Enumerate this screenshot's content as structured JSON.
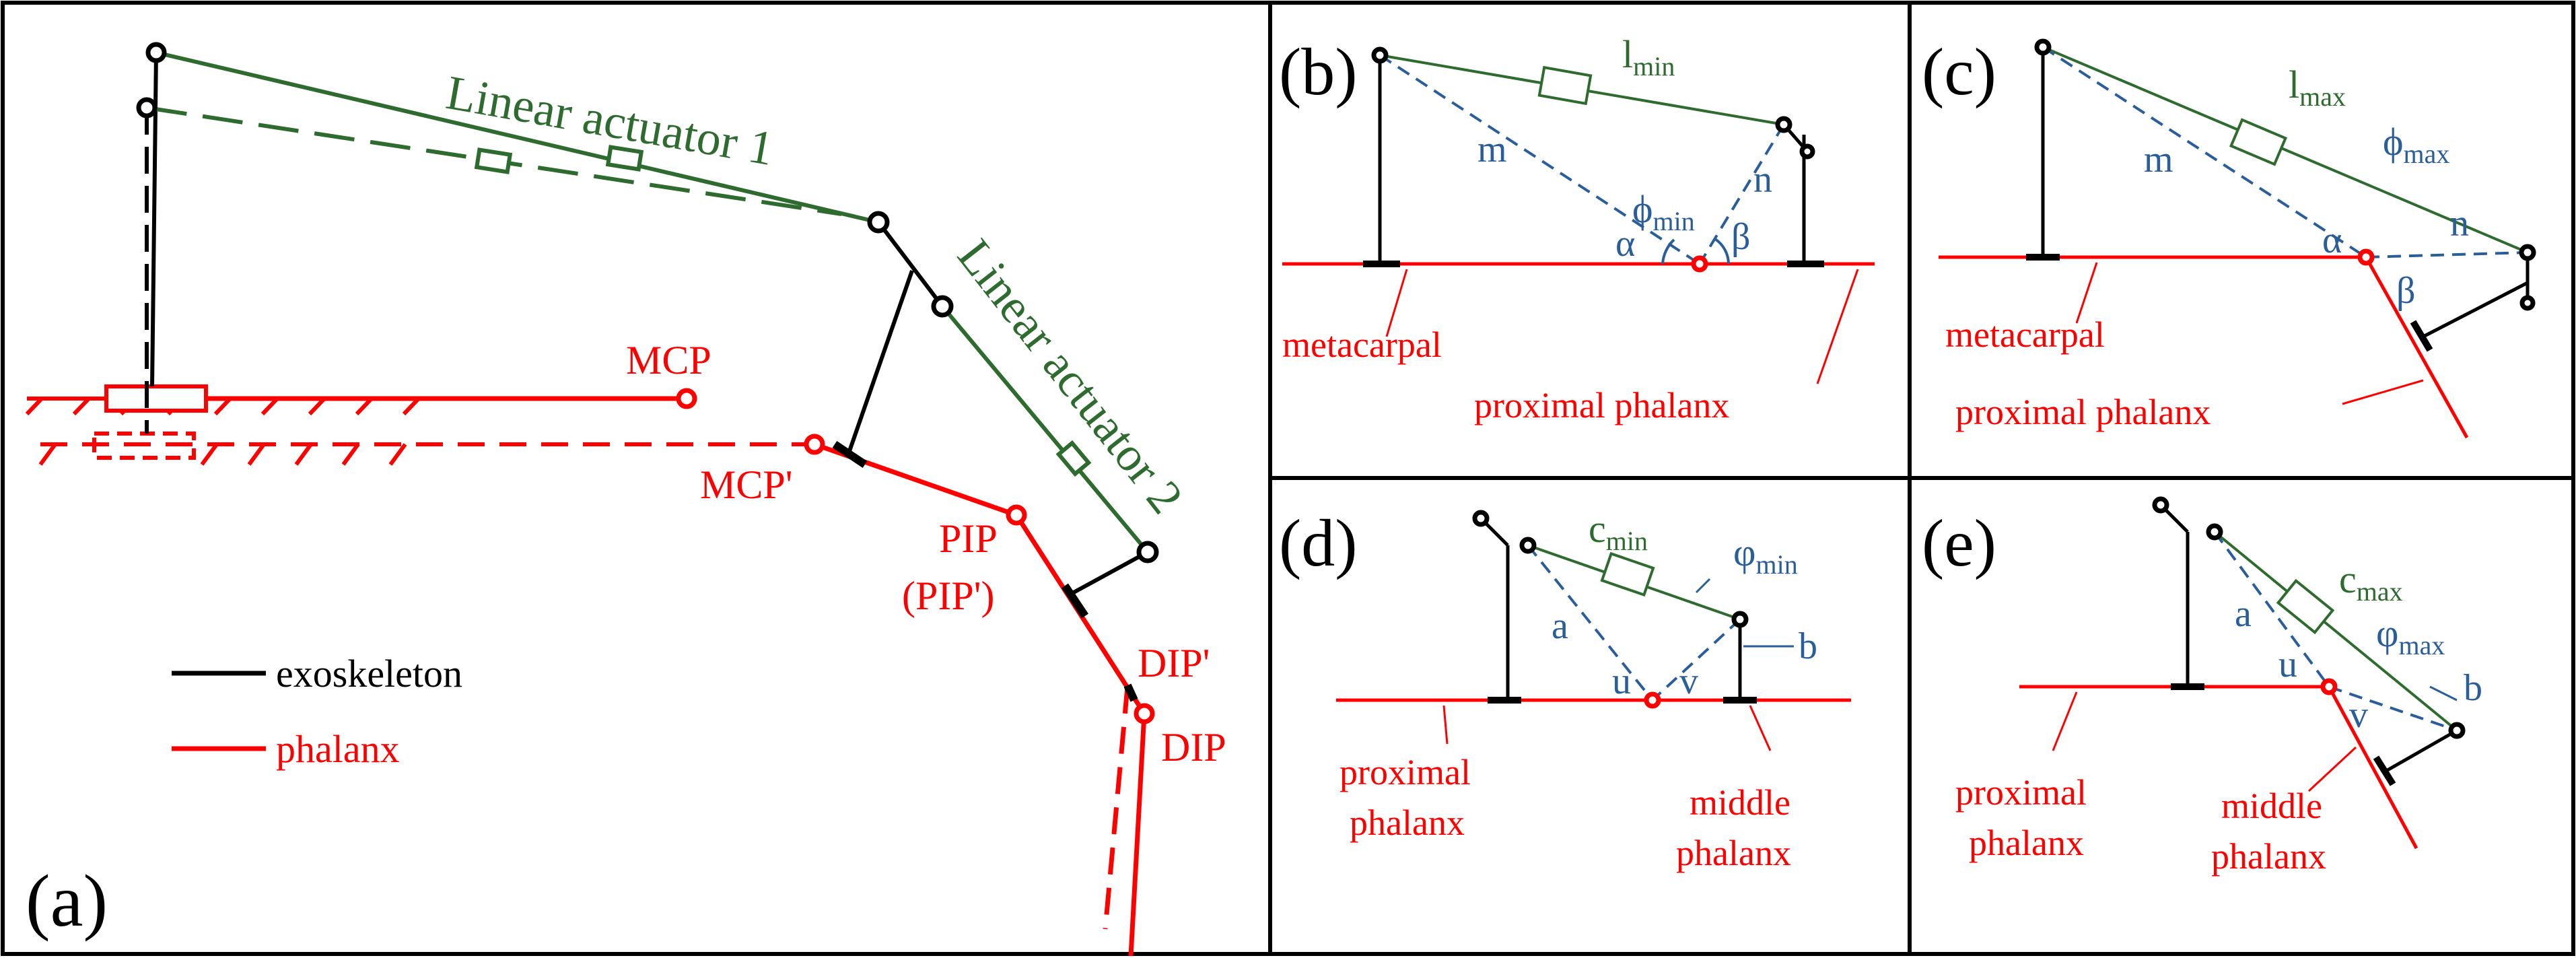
{
  "colors": {
    "exoskeleton": "#000000",
    "phalanx": "#ff0000",
    "actuator": "#2e6b2e",
    "geometry": "#2a5e9a"
  },
  "panels": {
    "a": {
      "tag": "(a)",
      "actuator1": "Linear actuator 1",
      "actuator2": "Linear actuator 2",
      "mcp": "MCP",
      "mcp_prime": "MCP'",
      "pip": "PIP",
      "pip_prime": "(PIP')",
      "dip_prime": "DIP'",
      "dip": "DIP",
      "legend": [
        {
          "label": "exoskeleton",
          "color": "#000000"
        },
        {
          "label": "phalanx",
          "color": "#ff0000"
        }
      ]
    },
    "b": {
      "tag": "(b)",
      "l_base": "l",
      "l_sub": "min",
      "m": "m",
      "n": "n",
      "phi_base": "ϕ",
      "phi_sub": "min",
      "alpha": "α",
      "beta": "β",
      "metacarpal": "metacarpal",
      "proximal": "proximal phalanx"
    },
    "c": {
      "tag": "(c)",
      "l_base": "l",
      "l_sub": "max",
      "m": "m",
      "n": "n",
      "phi_base": "ϕ",
      "phi_sub": "max",
      "alpha": "α",
      "beta": "β",
      "metacarpal": "metacarpal",
      "proximal": "proximal phalanx"
    },
    "d": {
      "tag": "(d)",
      "c_base": "c",
      "c_sub": "min",
      "phi_base": "φ",
      "phi_sub": "min",
      "a": "a",
      "b": "b",
      "u": "u",
      "v": "v",
      "proximal_1": "proximal",
      "proximal_2": "phalanx",
      "middle_1": "middle",
      "middle_2": "phalanx"
    },
    "e": {
      "tag": "(e)",
      "c_base": "c",
      "c_sub": "max",
      "phi_base": "φ",
      "phi_sub": "max",
      "a": "a",
      "b": "b",
      "u": "u",
      "v": "v",
      "proximal_1": "proximal",
      "proximal_2": "phalanx",
      "middle_1": "middle",
      "middle_2": "phalanx"
    }
  }
}
